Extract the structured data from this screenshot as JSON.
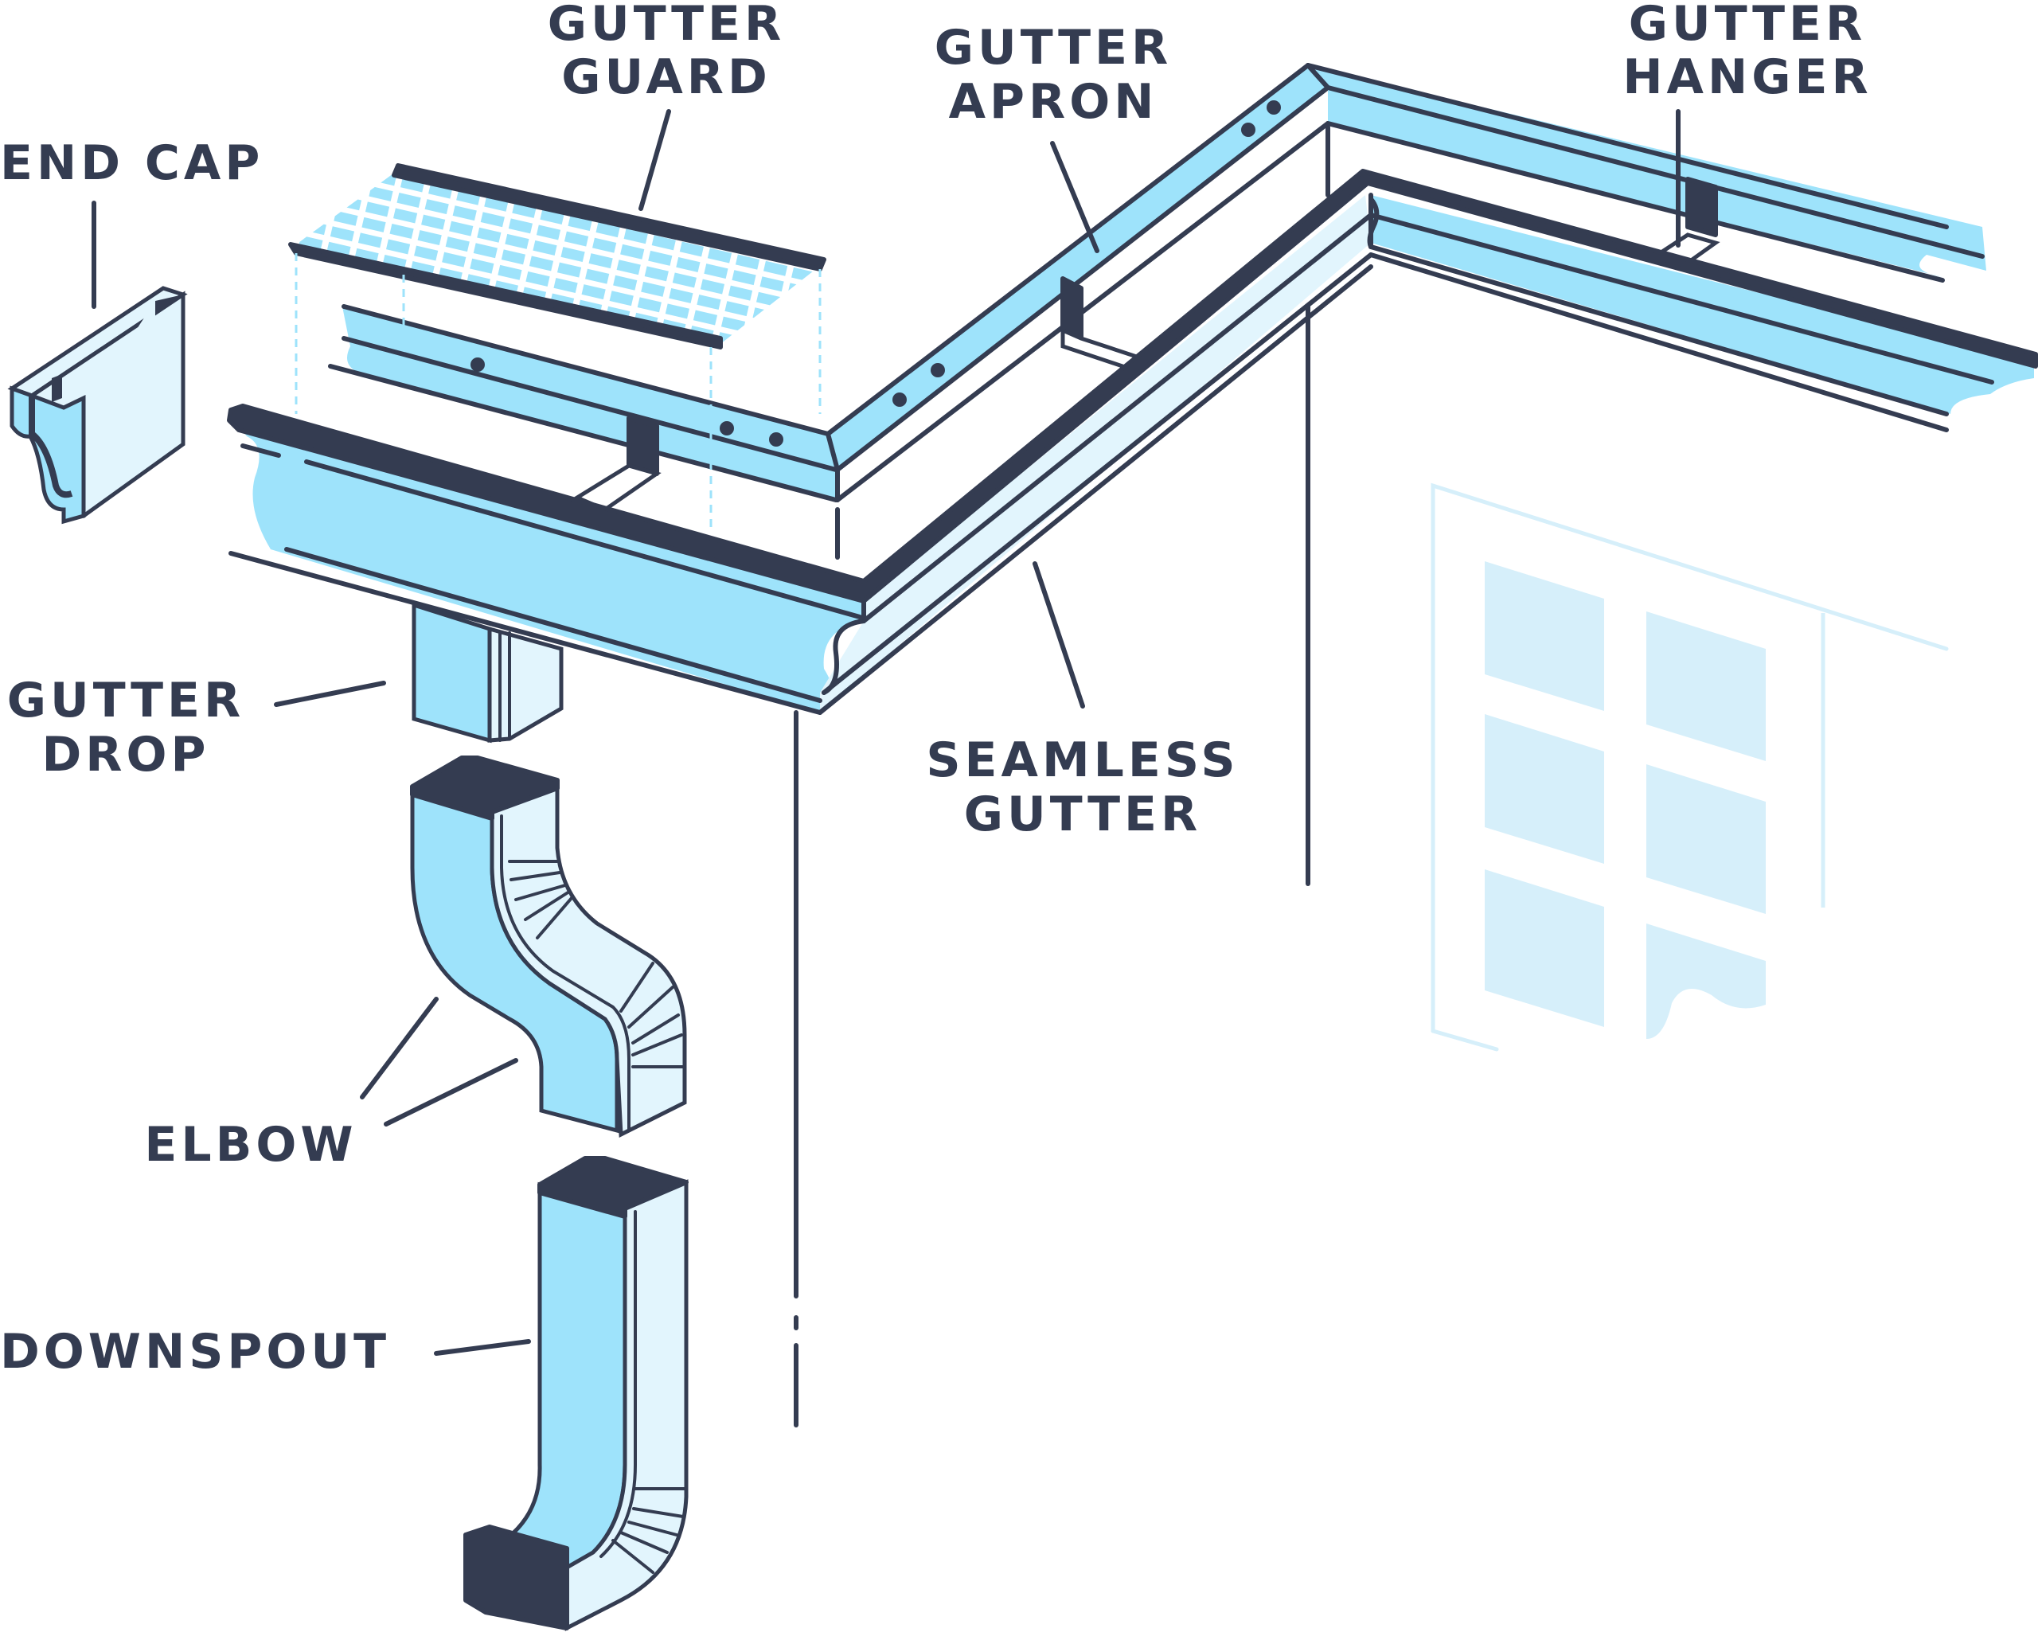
{
  "colors": {
    "ink": "#343c51",
    "fill_blue": "#9ee3fb",
    "fill_pale": "#e2f5fd",
    "window_blue": "#d6effa",
    "background": "#ffffff"
  },
  "labels": {
    "end_cap": "END CAP",
    "gutter_guard": [
      "GUTTER",
      "GUARD"
    ],
    "gutter_apron": [
      "GUTTER",
      "APRON"
    ],
    "gutter_hanger": [
      "GUTTER",
      "HANGER"
    ],
    "gutter_drop": [
      "GUTTER",
      "DROP"
    ],
    "seamless_gutter": [
      "SEAMLESS",
      "GUTTER"
    ],
    "elbow": "ELBOW",
    "downspout": "DOWNSPOUT"
  }
}
